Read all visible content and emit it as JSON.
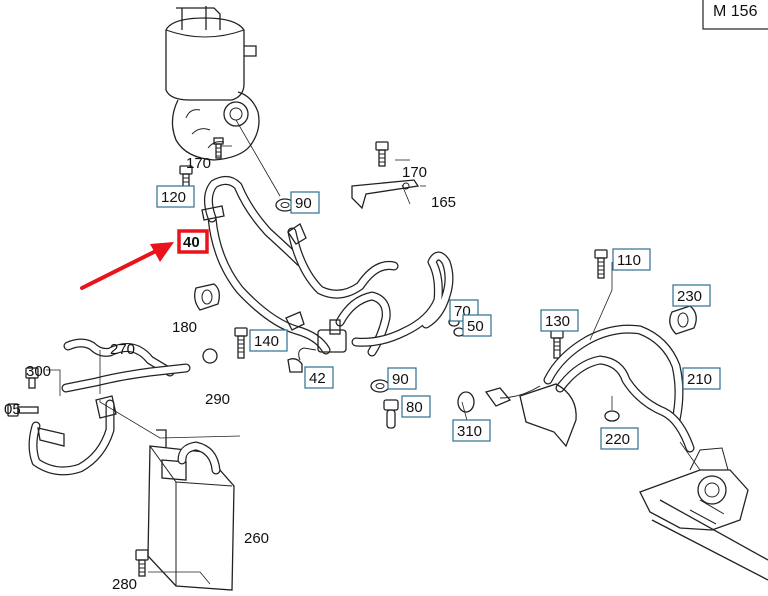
{
  "diagram_id": "M 156",
  "callouts": [
    {
      "id": "c170a",
      "label": "170",
      "style": "plain"
    },
    {
      "id": "c170b",
      "label": "170",
      "style": "plain"
    },
    {
      "id": "c165",
      "label": "165",
      "style": "plain"
    },
    {
      "id": "c120",
      "label": "120",
      "style": "boxed"
    },
    {
      "id": "c90a",
      "label": "90",
      "style": "boxed"
    },
    {
      "id": "c40",
      "label": "40",
      "style": "highlighted"
    },
    {
      "id": "c110",
      "label": "110",
      "style": "boxed"
    },
    {
      "id": "c230",
      "label": "230",
      "style": "boxed"
    },
    {
      "id": "c180",
      "label": "180",
      "style": "plain"
    },
    {
      "id": "c70",
      "label": "70",
      "style": "boxed"
    },
    {
      "id": "c50",
      "label": "50",
      "style": "boxed"
    },
    {
      "id": "c130",
      "label": "130",
      "style": "boxed"
    },
    {
      "id": "c270",
      "label": "270",
      "style": "plain"
    },
    {
      "id": "c140",
      "label": "140",
      "style": "boxed"
    },
    {
      "id": "c300",
      "label": "300",
      "style": "plain"
    },
    {
      "id": "c290",
      "label": "290",
      "style": "plain"
    },
    {
      "id": "c42",
      "label": "42",
      "style": "boxed"
    },
    {
      "id": "c90b",
      "label": "90",
      "style": "boxed"
    },
    {
      "id": "c210",
      "label": "210",
      "style": "boxed"
    },
    {
      "id": "c05",
      "label": "05",
      "style": "plain"
    },
    {
      "id": "c80",
      "label": "80",
      "style": "boxed"
    },
    {
      "id": "c310",
      "label": "310",
      "style": "boxed"
    },
    {
      "id": "c220",
      "label": "220",
      "style": "boxed"
    },
    {
      "id": "c260",
      "label": "260",
      "style": "plain"
    },
    {
      "id": "c280",
      "label": "280",
      "style": "plain"
    }
  ],
  "colors": {
    "highlight": "#e8131b",
    "arrow": "#e8131b",
    "box_border": "#2d6e8e",
    "line": "#222222"
  }
}
